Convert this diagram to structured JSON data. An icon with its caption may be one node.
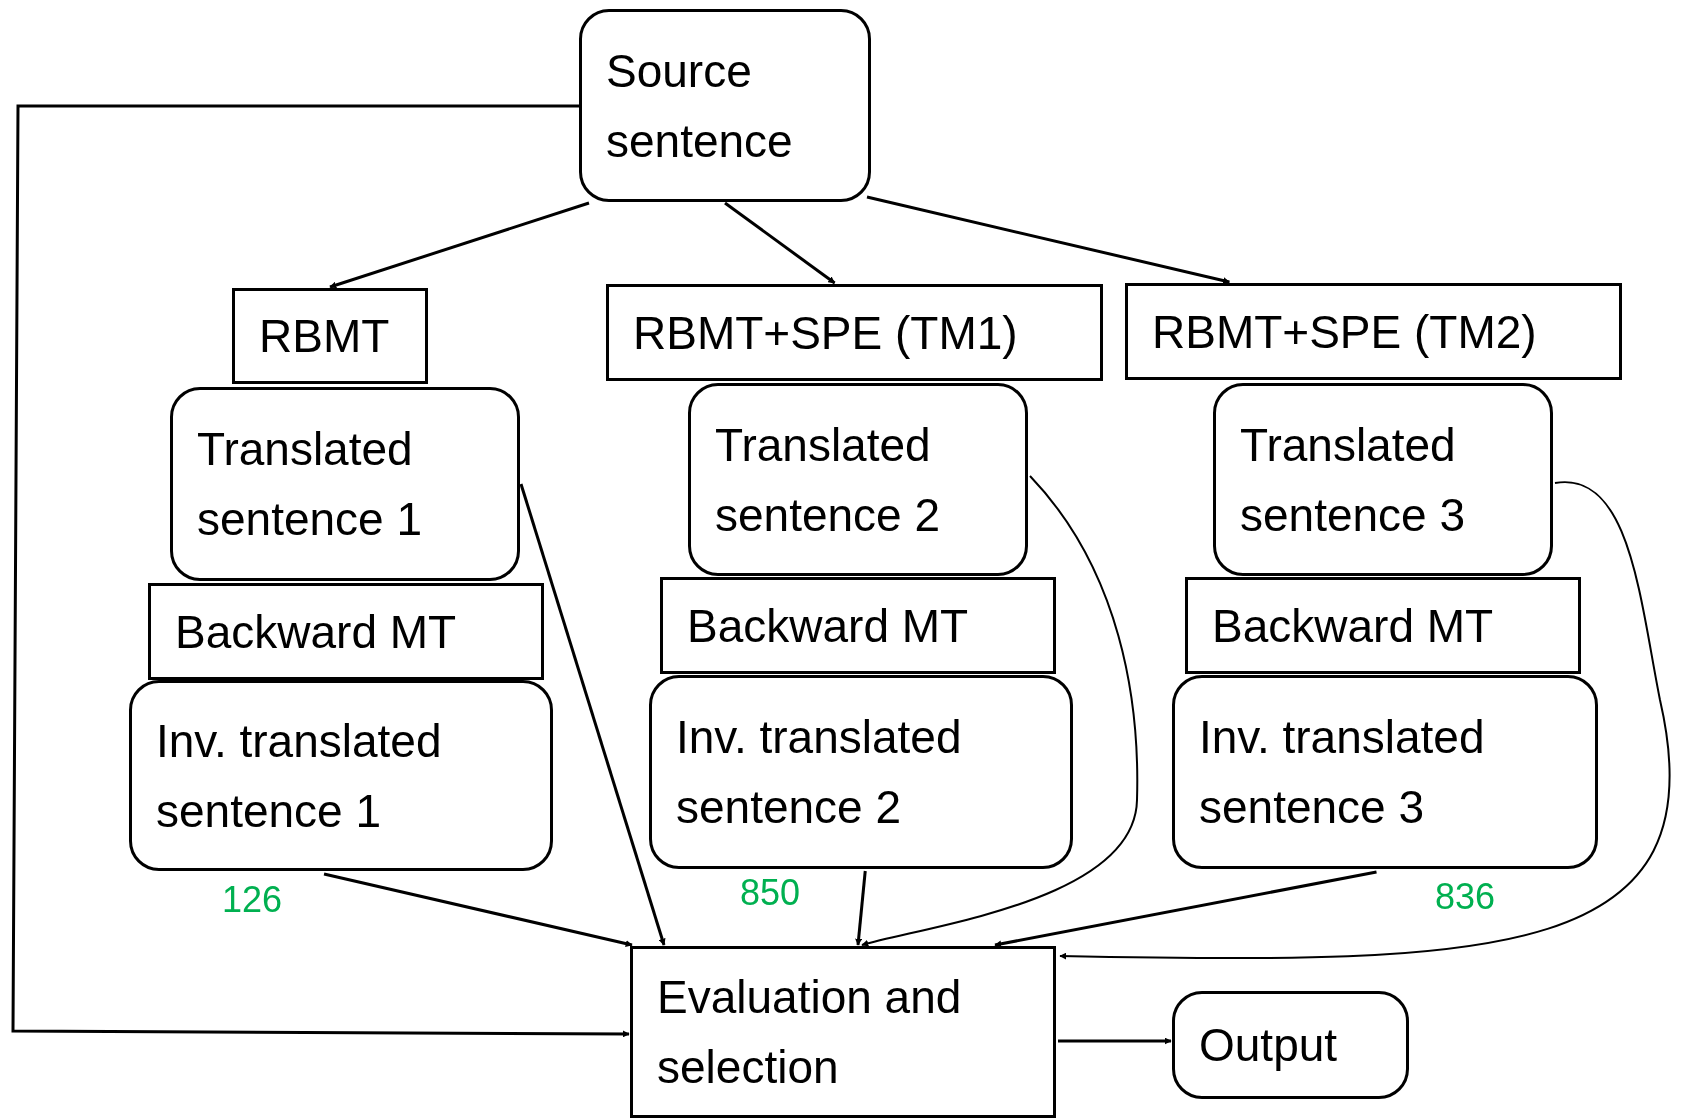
{
  "diagram": {
    "nodes": [
      {
        "text": [
          "Source sentence"
        ]
      },
      {
        "text": [
          "RBMT"
        ]
      },
      {
        "text": [
          "Translated sentence 1"
        ]
      },
      {
        "text": [
          "Backward MT"
        ]
      },
      {
        "text": [
          "Inv. translated sentence 1"
        ]
      },
      {
        "text": [
          "RBMT+SPE (TM1)"
        ]
      },
      {
        "text": [
          "Translated sentence 2"
        ]
      },
      {
        "text": [
          "Backward MT"
        ]
      },
      {
        "text": [
          "Inv. translated sentence 2"
        ]
      },
      {
        "text": [
          "RBMT+SPE (TM2)"
        ]
      },
      {
        "text": [
          "Translated sentence 3"
        ]
      },
      {
        "text": [
          "Backward MT"
        ]
      },
      {
        "text": [
          "Inv. translated sentence 3"
        ]
      },
      {
        "text": [
          "Evaluation and selection"
        ]
      },
      {
        "text": [
          "Output"
        ]
      }
    ],
    "edges": [
      {
        "from": 0,
        "to": 1,
        "arrow": "to"
      },
      {
        "from": 0,
        "to": 5,
        "arrow": "to"
      },
      {
        "from": 0,
        "to": 9,
        "arrow": "to"
      },
      {
        "from": 0,
        "to": 13,
        "arrow": "to"
      },
      {
        "from": 2,
        "to": 13,
        "arrow": "to"
      },
      {
        "from": 4,
        "to": 13,
        "arrow": "to"
      },
      {
        "from": 8,
        "to": 13,
        "arrow": "to"
      },
      {
        "from": 6,
        "to": 13,
        "arrow": "to"
      },
      {
        "from": 12,
        "to": 13,
        "arrow": "to"
      },
      {
        "from": 10,
        "to": 13,
        "arrow": "to"
      },
      {
        "from": 13,
        "to": 14,
        "arrow": "to"
      }
    ],
    "labels": [
      "126",
      "850",
      "836"
    ]
  }
}
